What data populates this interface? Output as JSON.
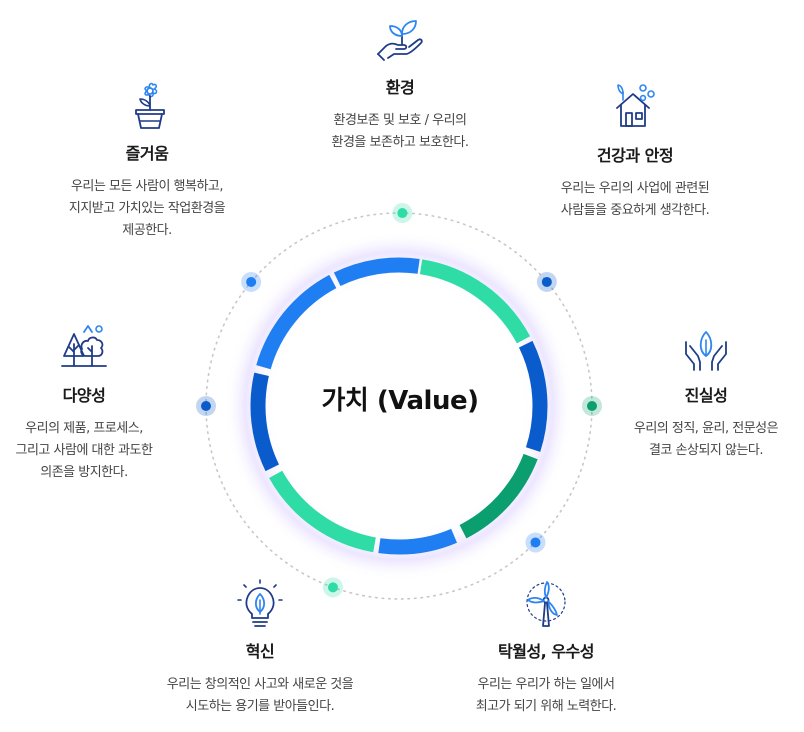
{
  "center": {
    "label": "가치 (Value)"
  },
  "colors": {
    "teal": "#2fdca6",
    "blue": "#1f7ef2",
    "dark_blue": "#0a5ccc",
    "green": "#0b9e6e",
    "icon_stroke": "#1f3c88",
    "icon_accent": "#2f86f0"
  },
  "values": [
    {
      "key": "environment",
      "icon": "plant-hand-icon",
      "title": "환경",
      "desc": [
        "환경보존 및 보호 / 우리의",
        "환경을 보존하고 보호한다."
      ]
    },
    {
      "key": "health",
      "icon": "house-plant-icon",
      "title": "건강과 안정",
      "desc": [
        "우리는 우리의 사업에 관련된",
        "사람들을 중요하게 생각한다."
      ]
    },
    {
      "key": "integrity",
      "icon": "hands-leaf-icon",
      "title": "진실성",
      "desc": [
        "우리의 정직, 윤리, 전문성은",
        "결코 손상되지 않는다."
      ]
    },
    {
      "key": "excellence",
      "icon": "wind-turbine-icon",
      "title": "탁월성, 우수성",
      "desc": [
        "우리는 우리가 하는 일에서",
        "최고가 되기 위해 노력한다."
      ]
    },
    {
      "key": "innovation",
      "icon": "lightbulb-leaf-icon",
      "title": "혁신",
      "desc": [
        "우리는 창의적인 사고와 새로운 것을",
        "시도하는 용기를 받아들인다."
      ]
    },
    {
      "key": "diversity",
      "icon": "trees-icon",
      "title": "다양성",
      "desc": [
        "우리의 제품, 프로세스,",
        "그리고 사람에 대한 과도한",
        "의존을 방지한다."
      ]
    },
    {
      "key": "joy",
      "icon": "flower-pot-icon",
      "title": "즐거움",
      "desc": [
        "우리는 모든 사람이 행복하고,",
        "지지받고 가치있는 작업환경을",
        "제공한다."
      ]
    }
  ]
}
